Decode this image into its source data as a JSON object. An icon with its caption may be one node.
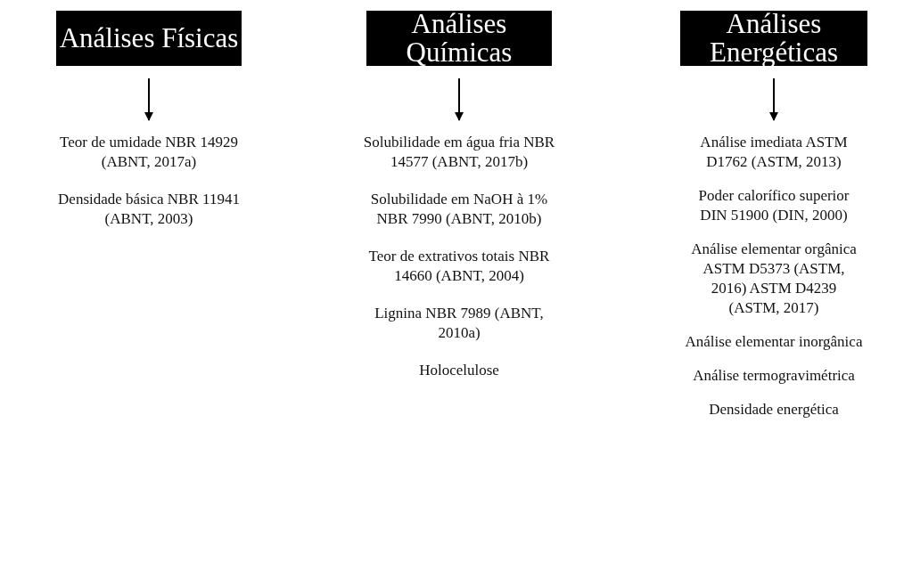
{
  "diagram": {
    "nodes": [
      {
        "text": [
          "Análises Físicas"
        ]
      },
      {
        "text": [
          "Análises Químicas"
        ]
      },
      {
        "text": [
          "Análises Energéticas"
        ]
      },
      {
        "text": [
          "Teor de umidade NBR 14929 (ABNT, 2017a)",
          "Densidade básica NBR 11941 (ABNT, 2003)"
        ]
      },
      {
        "text": [
          "Solubilidade em água fria NBR 14577 (ABNT, 2017b)",
          "Solubilidade em NaOH à 1% NBR 7990 (ABNT, 2010b)",
          "Teor de extrativos totais NBR 14660 (ABNT, 2004)",
          "Lignina NBR 7989 (ABNT, 2010a)",
          "Holocelulose"
        ]
      },
      {
        "text": [
          "Análise imediata ASTM D1762 (ASTM, 2013)",
          "Poder calorífico superior DIN 51900 (DIN, 2000)",
          "Análise elementar orgânica ASTM D5373 (ASTM, 2016) ASTM D4239 (ASTM, 2017)",
          "Análise elementar inorgânica",
          "Análise termogravimétrica",
          "Densidade energética"
        ]
      }
    ],
    "edges": [
      {
        "from": 0,
        "to": 3,
        "arrow": "to"
      },
      {
        "from": 1,
        "to": 4,
        "arrow": "to"
      },
      {
        "from": 2,
        "to": 5,
        "arrow": "to"
      }
    ]
  }
}
